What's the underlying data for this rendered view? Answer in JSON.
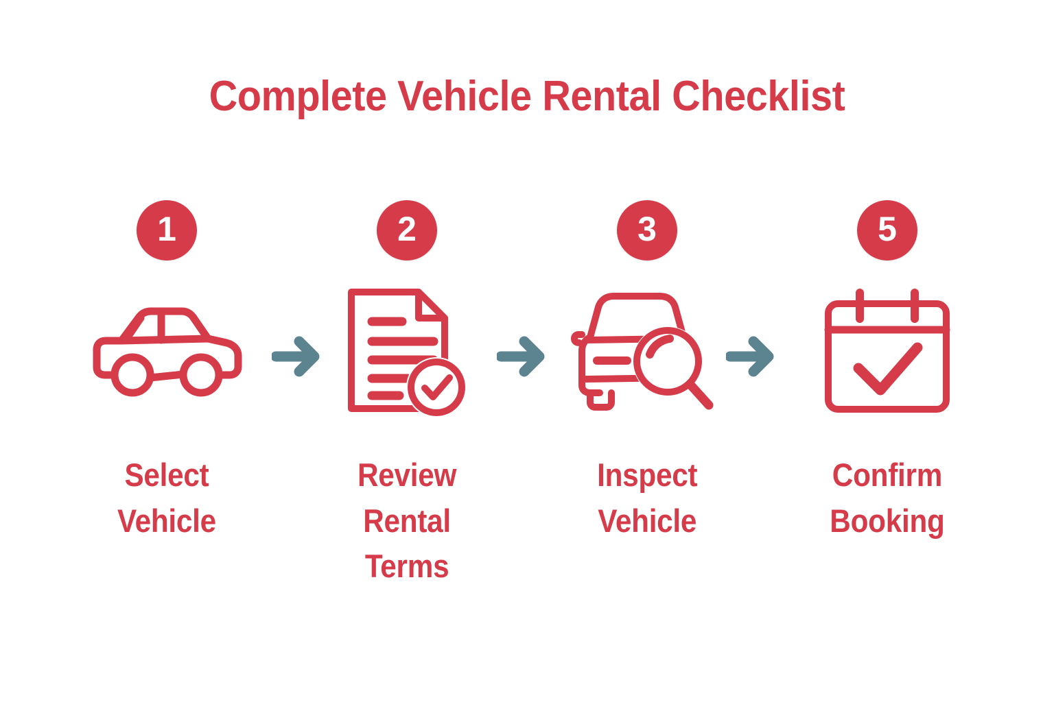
{
  "header": {
    "title": "Complete Vehicle Rental Checklist"
  },
  "colors": {
    "brand_red": "#d63b4a",
    "arrow_slate": "#5b8390",
    "background": "#ffffff",
    "badge_text": "#ffffff"
  },
  "steps": [
    {
      "badge": "1",
      "icon": "car-side-icon",
      "label_lines": [
        "Select",
        "Vehicle"
      ],
      "label_line_1": "Select",
      "label_line_2": "Vehicle",
      "label_line_3": ""
    },
    {
      "badge": "2",
      "icon": "document-check-icon",
      "label_lines": [
        "Review",
        "Rental",
        "Terms"
      ],
      "label_line_1": "Review",
      "label_line_2": "Rental",
      "label_line_3": "Terms"
    },
    {
      "badge": "3",
      "icon": "car-front-magnifier-icon",
      "label_lines": [
        "Inspect",
        "Vehicle"
      ],
      "label_line_1": "Inspect",
      "label_line_2": "Vehicle",
      "label_line_3": ""
    },
    {
      "badge": "5",
      "icon": "calendar-check-icon",
      "label_lines": [
        "Confirm",
        "Booking"
      ],
      "label_line_1": "Confirm",
      "label_line_2": "Booking",
      "label_line_3": ""
    }
  ],
  "connectors": [
    {
      "icon": "arrow-right-icon"
    },
    {
      "icon": "arrow-right-icon"
    },
    {
      "icon": "arrow-right-icon"
    }
  ]
}
